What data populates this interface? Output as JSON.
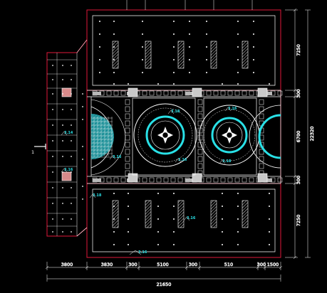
{
  "drawing": {
    "bottom_dimensions": [
      "3800",
      "3830",
      "300",
      "5100",
      "300",
      "510",
      "300",
      "1500"
    ],
    "bottom_total": "21650",
    "right_dimensions": [
      "7250",
      "300",
      "6700",
      "300",
      "7250"
    ],
    "right_total": "22320",
    "level_tags": [
      "3.14",
      "3.16",
      "3.18",
      "3.16",
      "3.18",
      "3.16",
      "3.16",
      "3.18",
      "3.16",
      "3.16"
    ],
    "section_mark": "1",
    "colors": {
      "background": "#000000",
      "outline": "#e0183a",
      "lines": "#ffffff",
      "accent": "#29e0e6",
      "blocks": "#b8b8b8",
      "column": "#d98a8a"
    }
  }
}
